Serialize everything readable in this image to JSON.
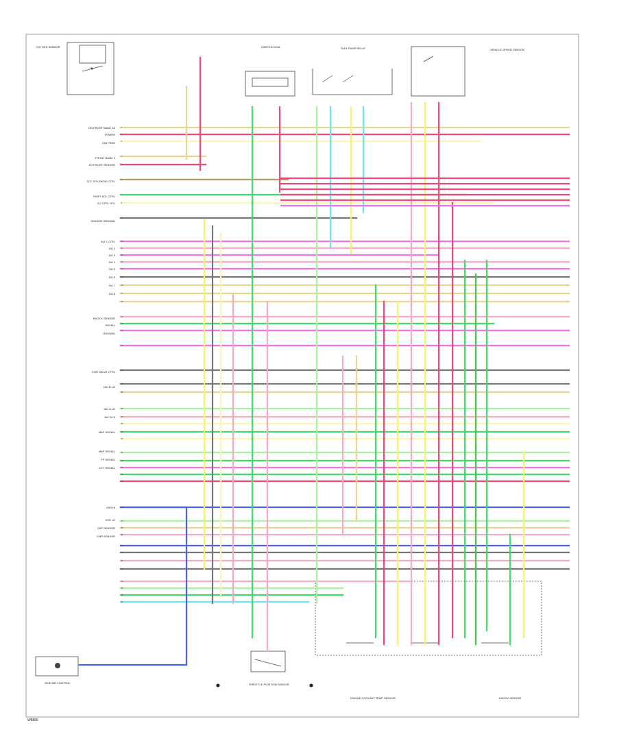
{
  "colors": {
    "red": "#f0487a",
    "pink": "#f9a9c8",
    "magenta": "#f76ef0",
    "green": "#3ddd6a",
    "lightgreen": "#a9f3a0",
    "yellow": "#f8f46a",
    "paleyellow": "#fbf5b5",
    "tan": "#e8d68f",
    "cyan": "#69e6f0",
    "blue": "#4b63e6",
    "olive": "#a8a060",
    "brown": "#b09a6a",
    "gray": "#777777",
    "darkgreen": "#4cbf55"
  },
  "footer": {
    "code": "W8886"
  },
  "pcm_labels": [
    "ON FRONT BANK 2A",
    "POWER",
    "IGN FEED",
    "FRONT BANK 2",
    "O2 FRONT SENSOR",
    "TCC SOLENOID CTRL",
    "SHIFT SOL CTRL",
    "3-2 CTRL SOL",
    "SENSOR GROUND",
    "INJ 1 CTRL",
    "INJ 2",
    "INJ 3",
    "INJ 4",
    "INJ 5",
    "INJ 6",
    "INJ 7",
    "INJ 8",
    "KNOCK SENSOR",
    "SIGNAL",
    "GROUND",
    "EGR VALVE CTRL",
    "IAC B LO",
    "IAC A LO",
    "IAC B HI",
    "MAF SIGNAL",
    "MAP SIGNAL",
    "TP SIGNAL",
    "ECT SIGNAL",
    "VSS HI",
    "VSS LO",
    "CKP SENSOR",
    "CMP SENSOR"
  ],
  "components": [
    "OXYGEN SENSOR",
    "IGNITION COIL",
    "FUEL PUMP RELAY",
    "VEHICLE SPEED SENSOR",
    "IDLE AIR CONTROL",
    "THROTTLE POSITION SENSOR",
    "ENGINE COOLANT TEMP SENSOR",
    "KNOCK SENSOR"
  ]
}
